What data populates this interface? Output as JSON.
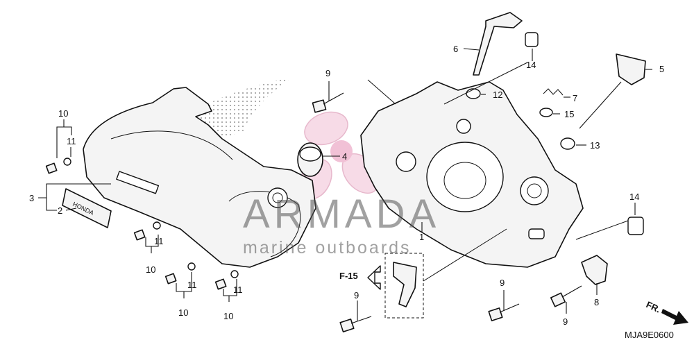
{
  "watermark": {
    "brand": "ARMADA",
    "tagline": "marine outboards"
  },
  "reference": {
    "label": "F-15"
  },
  "direction": {
    "label": "FR."
  },
  "diagram_code": "MJA9E0600",
  "callouts": [
    {
      "id": "c10a",
      "text": "10"
    },
    {
      "id": "c11a",
      "text": "11"
    },
    {
      "id": "c3",
      "text": "3"
    },
    {
      "id": "c2",
      "text": "2"
    },
    {
      "id": "c11b",
      "text": "11"
    },
    {
      "id": "c10b",
      "text": "10"
    },
    {
      "id": "c11c",
      "text": "11"
    },
    {
      "id": "c10c",
      "text": "10"
    },
    {
      "id": "c11d",
      "text": "11"
    },
    {
      "id": "c10d",
      "text": "10"
    },
    {
      "id": "c9a",
      "text": "9"
    },
    {
      "id": "c4",
      "text": "4"
    },
    {
      "id": "c6",
      "text": "6"
    },
    {
      "id": "c14a",
      "text": "14"
    },
    {
      "id": "c12",
      "text": "12"
    },
    {
      "id": "c7",
      "text": "7"
    },
    {
      "id": "c15",
      "text": "15"
    },
    {
      "id": "c5",
      "text": "5"
    },
    {
      "id": "c13",
      "text": "13"
    },
    {
      "id": "c1",
      "text": "1"
    },
    {
      "id": "c14b",
      "text": "14"
    },
    {
      "id": "c9b",
      "text": "9"
    },
    {
      "id": "c9c",
      "text": "9"
    },
    {
      "id": "c9d",
      "text": "9"
    },
    {
      "id": "c8",
      "text": "8"
    }
  ]
}
